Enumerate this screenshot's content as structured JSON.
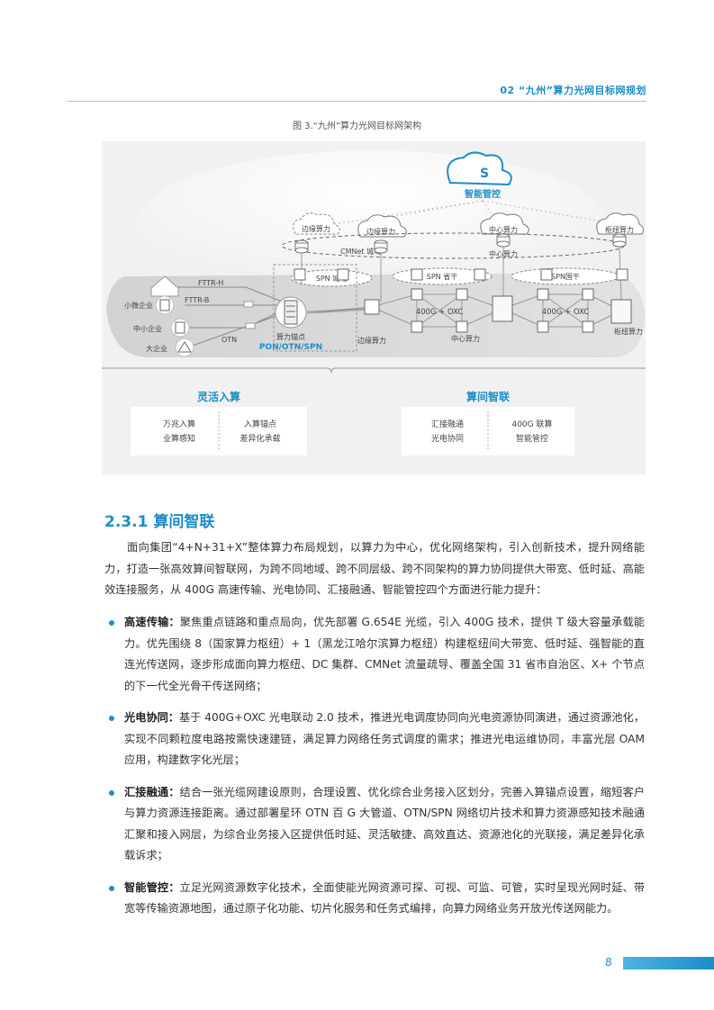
{
  "header": {
    "section": "02 “九州”算力光网目标网规划"
  },
  "figure": {
    "caption": "图 3.“九州”算力光网目标网架构",
    "control_label": "智能管控",
    "cloud_edge_dashed": "边缘算力",
    "cloud_edge": "边缘算力",
    "cloud_center": "中心算力",
    "cloud_hub": "枢纽算力",
    "cmnet_label": "CMNet 城域",
    "cmnet_center": "中心算力",
    "spn_city": "SPN 城域",
    "spn_province": "SPN 省干",
    "spn_national": "SPN国干",
    "fttr_h": "FTTR-H",
    "fttr_b": "FTTR-B",
    "otn": "OTN",
    "oxc_left": "400G + OXC",
    "oxc_right": "400G + OXC",
    "anchor_label": "算力锚点",
    "anchor_tech": "PON/OTN/SPN",
    "node_edge": "边缘算力",
    "node_center": "中心算力",
    "node_hub": "枢纽算力",
    "ent_micro": "小微企业",
    "ent_sme": "中小企业",
    "ent_large": "大企业",
    "panel_left_title": "灵活入算",
    "panel_left_a1": "万兆入算",
    "panel_left_a2": "业算感知",
    "panel_left_b1": "入算锚点",
    "panel_left_b2": "差异化承载",
    "panel_right_title": "算间智联",
    "panel_right_a1": "汇接融通",
    "panel_right_a2": "光电协同",
    "panel_right_b1": "400G 联算",
    "panel_right_b2": "智能管控"
  },
  "section": {
    "title": "2.3.1 算间智联"
  },
  "intro": "面向集团“4+N+31+X”整体算力布局规划，以算力为中心，优化网络架构，引入创新技术，提升网络能力，打造一张高效算间智联网，为跨不同地域、跨不同层级、跨不同架构的算力协同提供大带宽、低时延、高能效连接服务，从 400G 高速传输、光电协同、汇接融通、智能管控四个方面进行能力提升：",
  "bullets": [
    {
      "label": "高速传输：",
      "text": "聚焦重点链路和重点局向，优先部署 G.654E 光缆，引入 400G 技术，提供 T 级大容量承载能力。优先围绕 8（国家算力枢纽）+ 1（黑龙江哈尔滨算力枢纽）构建枢纽间大带宽、低时延、强智能的直连光传送网，逐步形成面向算力枢纽、DC 集群、CMNet 流量疏导、覆盖全国 31 省市自治区、X+ 个节点的下一代全光骨干传送网络；"
    },
    {
      "label": "光电协同：",
      "text": "基于 400G+OXC 光电联动 2.0 技术，推进光电调度协同向光电资源协同演进，通过资源池化，实现不同颗粒度电路按需快速建链，满足算力网络任务式调度的需求；推进光电运维协同，丰富光层 OAM 应用，构建数字化光层；"
    },
    {
      "label": "汇接融通：",
      "text": "结合一张光缆网建设原则，合理设置、优化综合业务接入区划分，完善入算锚点设置，缩短客户与算力资源连接距离。通过部署星环 OTN 百 G 大管道、OTN/SPN 网络切片技术和算力资源感知技术融通汇聚和接入网层，为综合业务接入区提供低时延、灵活敏捷、高效直达、资源池化的光联接，满足差异化承载诉求；"
    },
    {
      "label": "智能管控：",
      "text": "立足光网资源数字化技术，全面使能光网资源可探、可视、可监、可管，实时呈现光网时延、带宽等传输资源地图，通过原子化功能、切片化服务和任务式编排，向算力网络业务开放光传送网能力。"
    }
  ],
  "footer": {
    "page": "8"
  },
  "colors": {
    "accent": "#1a8ec9"
  }
}
